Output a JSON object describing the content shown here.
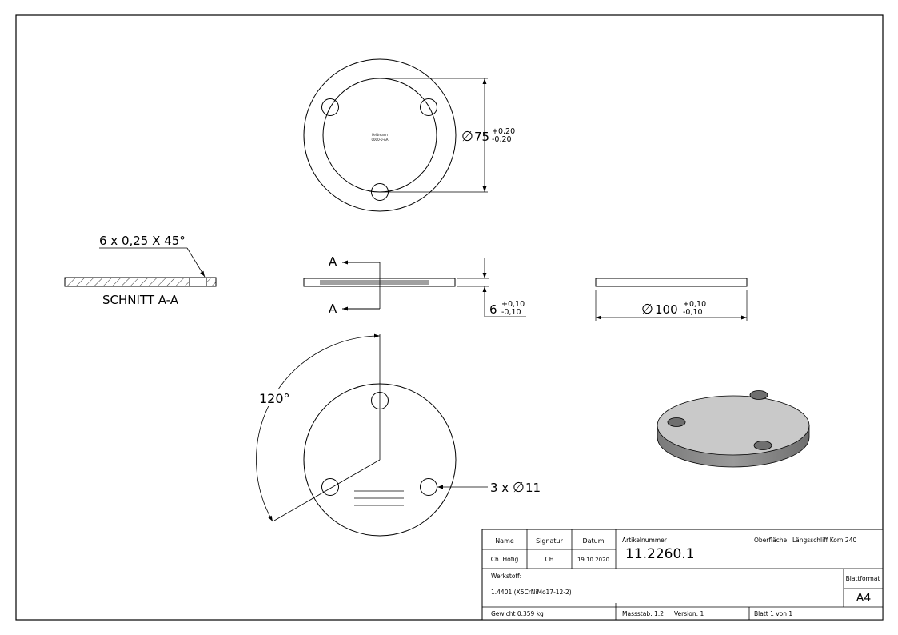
{
  "drawing": {
    "logo_text_1": "Feldmann",
    "logo_text_2": "0000-0-AA",
    "dim_diameter_75": "75",
    "tol_75_upper": "+0,20",
    "tol_75_lower": "-0,20",
    "dim_thickness": "6",
    "tol_6_upper": "+0,10",
    "tol_6_lower": "-0,10",
    "dim_diameter_100": "100",
    "tol_100_upper": "+0,10",
    "tol_100_lower": "-0,10",
    "section_marker_top": "A",
    "section_marker_bottom": "A",
    "chamfer_note": "6 x 0,25 X 45°",
    "section_title": "SCHNITT A-A",
    "angle_label": "120°",
    "holes_note_prefix": "3 x",
    "holes_note_value": "11",
    "diameter_symbol": "∅"
  },
  "title_block": {
    "name_header": "Name",
    "signatur_header": "Signatur",
    "datum_header": "Datum",
    "name_value": "Ch. Höfig",
    "signatur_value": "CH",
    "datum_value": "19.10.2020",
    "artikelnummer_label": "Artikelnummer",
    "artikelnummer_value": "11.2260.1",
    "oberflaeche_label": "Oberfläche:",
    "oberflaeche_value": "Längsschliff Korn 240",
    "werkstoff_label": "Werkstoff:",
    "werkstoff_value": "1.4401 (X5CrNiMo17-12-2)",
    "blattformat_label": "Blattformat",
    "blattformat_value": "A4",
    "gewicht": "Gewicht 0.359 kg",
    "massstab": "Massstab: 1:2",
    "version": "Version: 1",
    "blatt": "Blatt 1 von 1"
  }
}
